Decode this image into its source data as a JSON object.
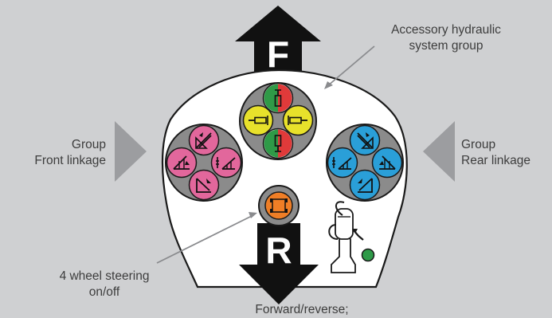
{
  "arrows": {
    "forward_letter": "F",
    "reverse_letter": "R"
  },
  "labels": {
    "accessory_line1": "Accessory hydraulic",
    "accessory_line2": "system group",
    "front_line1": "Group",
    "front_line2": "Front linkage",
    "rear_line1": "Group",
    "rear_line2": "Rear linkage",
    "steering_line1": "4 wheel steering",
    "steering_line2": "on/off",
    "forward_reverse": "Forward/reverse;"
  },
  "colors": {
    "background": "#cfd0d2",
    "panel": "#ffffff",
    "group_disc": "#8b8b8b",
    "front_buttons": "#e2679c",
    "rear_buttons": "#2a9fd8",
    "accessory_yellow": "#e8e12b",
    "accessory_red": "#e03a3a",
    "accessory_green": "#2f9a47",
    "steering_button": "#ef7e26",
    "indicator_dot": "#2e9a48",
    "callout_arrow": "#9c9da0"
  },
  "icons": {
    "front_buttons": [
      "linkage-raise-icon",
      "linkage-lower-icon",
      "float-icon",
      "linkage-tilt-icon"
    ],
    "rear_buttons": [
      "linkage-raise-icon",
      "linkage-lower-icon",
      "float-icon",
      "linkage-tilt-icon"
    ],
    "accessory_buttons": [
      "cylinder-extend-icon",
      "cylinder-left-icon",
      "cylinder-right-icon",
      "cylinder-retract-icon"
    ],
    "steering_button": "four-wheel-steering-icon",
    "joystick": "joystick-lever-icon"
  }
}
